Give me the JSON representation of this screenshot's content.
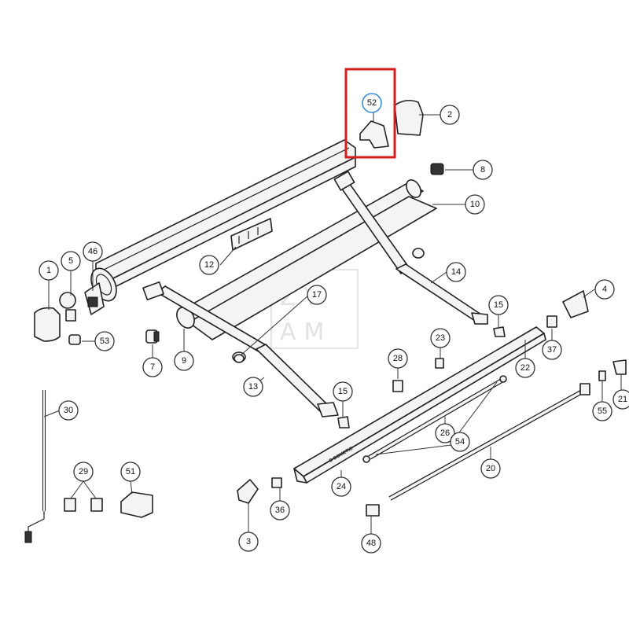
{
  "diagram": {
    "callouts": [
      "52",
      "2",
      "8",
      "10",
      "12",
      "46",
      "5",
      "1",
      "17",
      "14",
      "4",
      "15",
      "53",
      "7",
      "9",
      "13",
      "37",
      "28",
      "23",
      "22",
      "55",
      "21",
      "15",
      "30",
      "26",
      "54",
      "29",
      "51",
      "36",
      "24",
      "20",
      "3",
      "48"
    ],
    "highlighted_callout": "52",
    "watermark": [
      "ZY",
      "AM"
    ],
    "brand_text": "D DOMETIC",
    "highlight_color": "#d3201f",
    "callout_ring_color": "#3a8fd8"
  }
}
